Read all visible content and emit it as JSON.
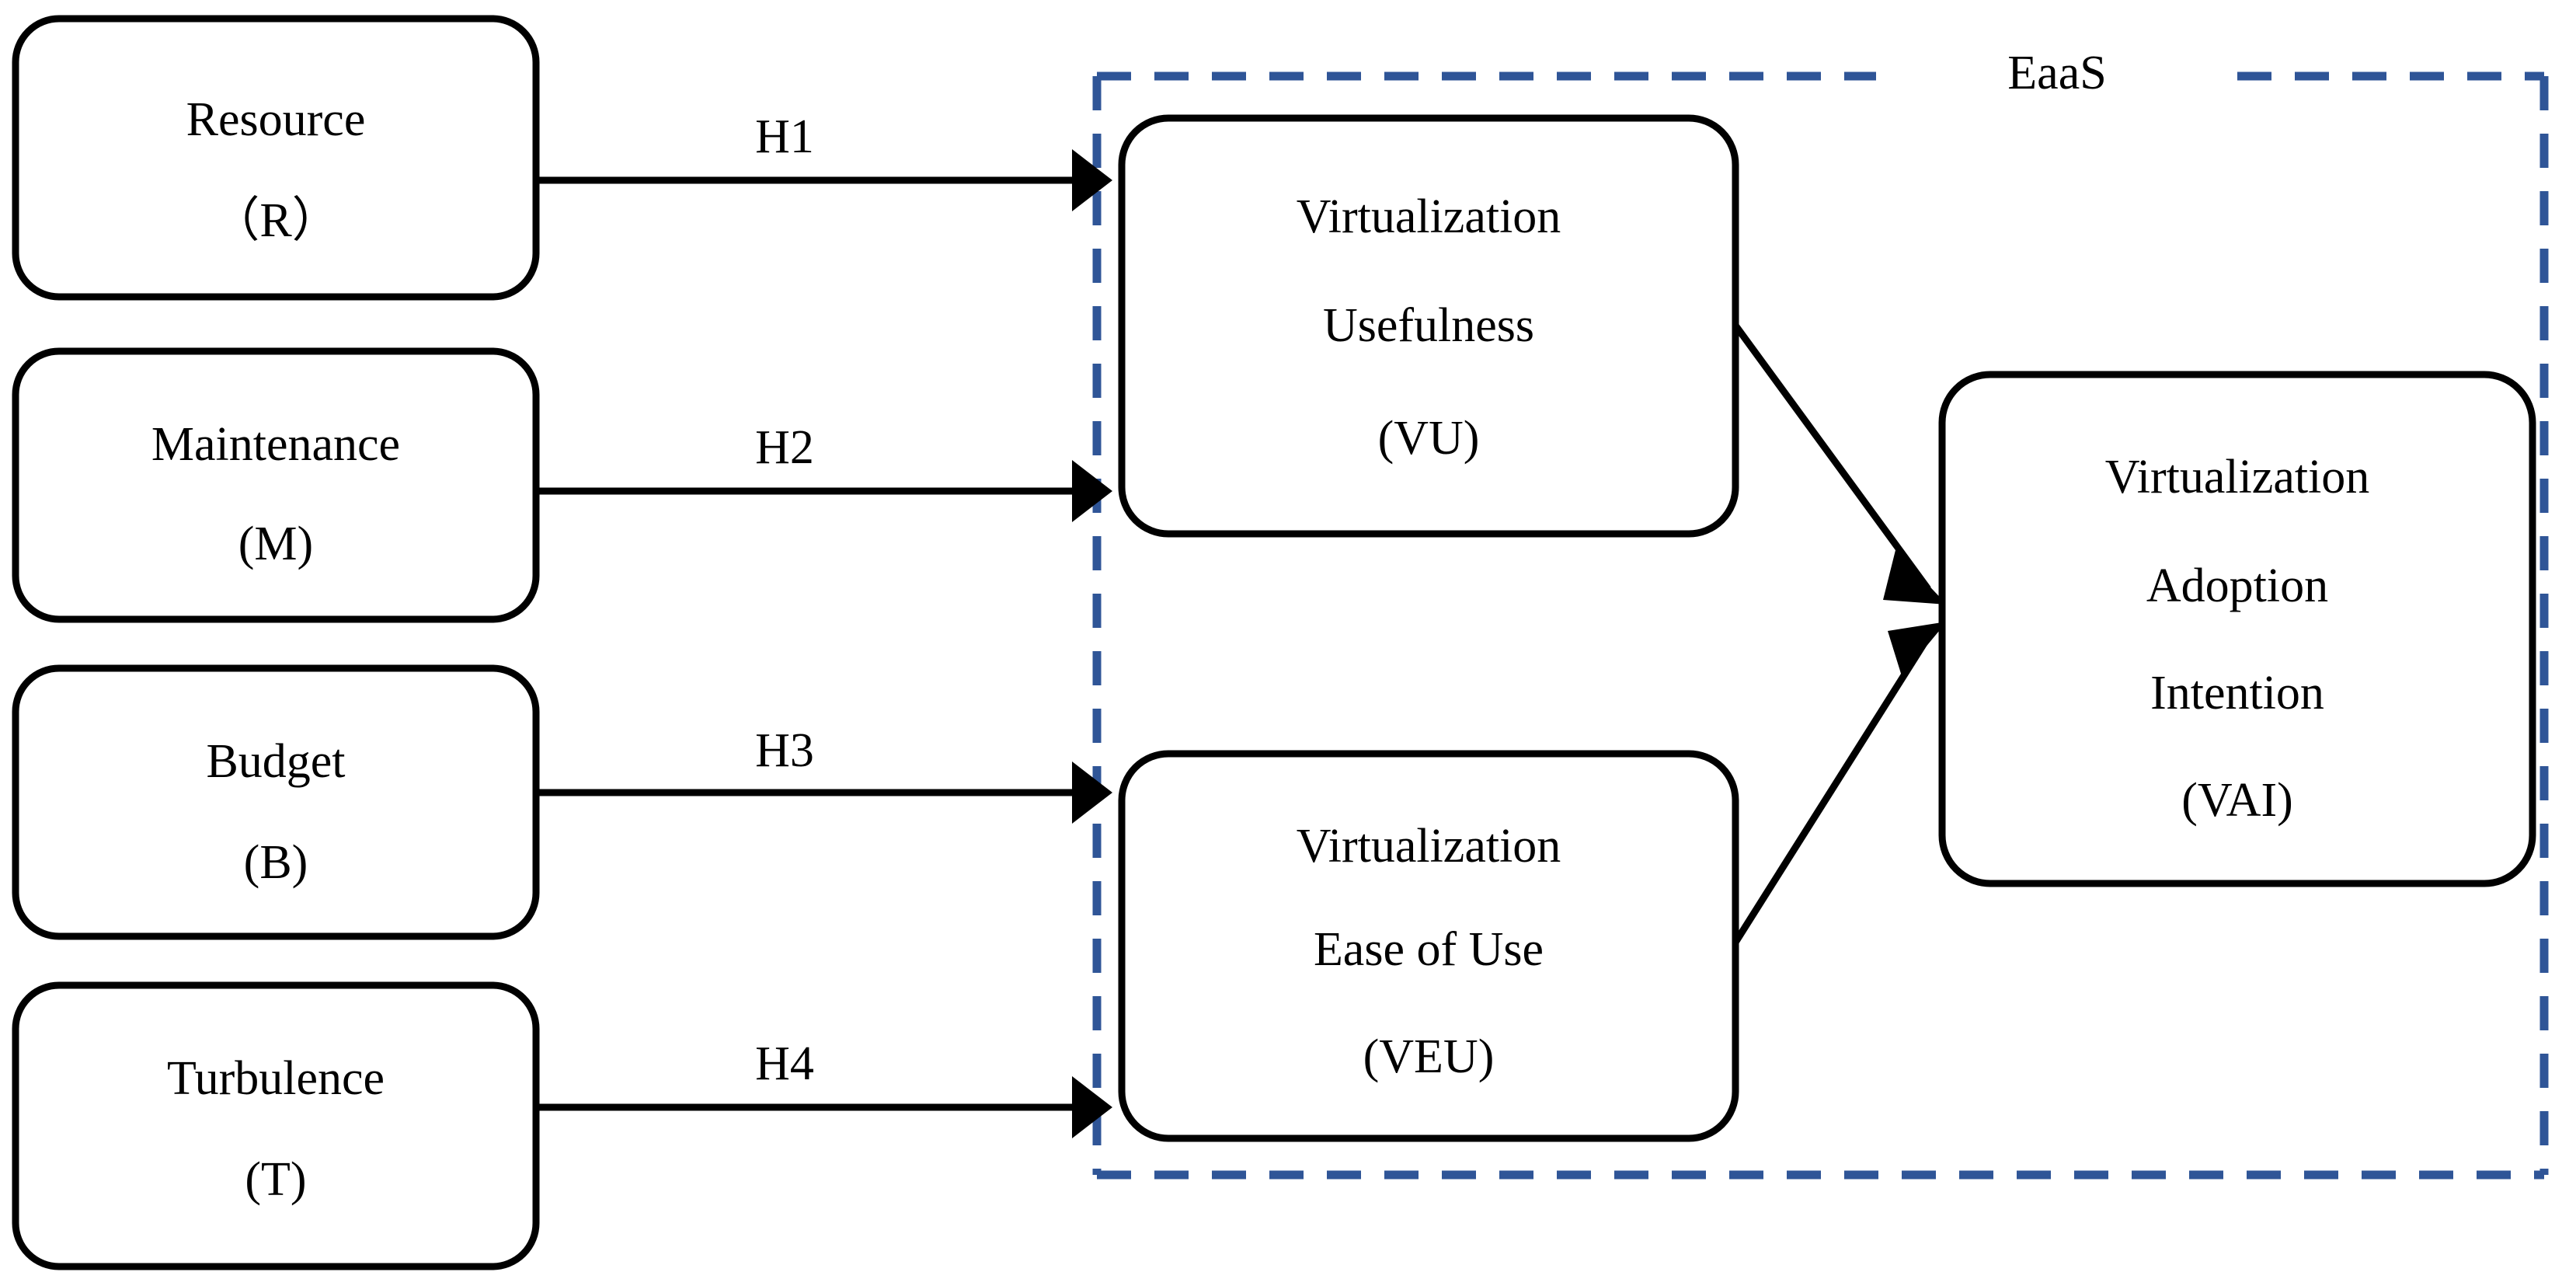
{
  "diagram": {
    "title_label": "EaaS",
    "antecedent_nodes": [
      {
        "id": "R",
        "line1": "Resource",
        "line2": "（R）"
      },
      {
        "id": "M",
        "line1": "Maintenance",
        "line2": "(M)"
      },
      {
        "id": "B",
        "line1": "Budget",
        "line2": "(B)"
      },
      {
        "id": "T",
        "line1": "Turbulence",
        "line2": "(T)"
      }
    ],
    "mediator_nodes": [
      {
        "id": "VU",
        "line1": "Virtualization",
        "line2": "Usefulness",
        "line3": "(VU)"
      },
      {
        "id": "VEU",
        "line1": "Virtualization",
        "line2": "Ease of Use",
        "line3": "(VEU)"
      }
    ],
    "outcome_node": {
      "id": "VAI",
      "line1": "Virtualization",
      "line2": "Adoption",
      "line3": "Intention",
      "line4": "(VAI)"
    },
    "hypotheses": [
      {
        "id": "H1",
        "label": "H1",
        "from": "Resource（R）",
        "to": "Virtualization Usefulness (VU)"
      },
      {
        "id": "H2",
        "label": "H2",
        "from": "Maintenance (M)",
        "to": "Virtualization Usefulness (VU)"
      },
      {
        "id": "H3",
        "label": "H3",
        "from": "Budget (B)",
        "to": "Virtualization Ease of Use (VEU)"
      },
      {
        "id": "H4",
        "label": "H4",
        "from": "Turbulence (T)",
        "to": "Virtualization Ease of Use (VEU)"
      }
    ],
    "unlabeled_links": [
      {
        "from": "Virtualization Usefulness (VU)",
        "to": "Virtualization Adoption Intention (VAI)"
      },
      {
        "from": "Virtualization Ease of Use (VEU)",
        "to": "Virtualization Adoption Intention (VAI)"
      }
    ],
    "colors": {
      "boundary_stroke": "#2f5597",
      "node_stroke": "#000000",
      "node_fill": "#ffffff",
      "text": "#000000",
      "background": "#ffffff"
    }
  }
}
